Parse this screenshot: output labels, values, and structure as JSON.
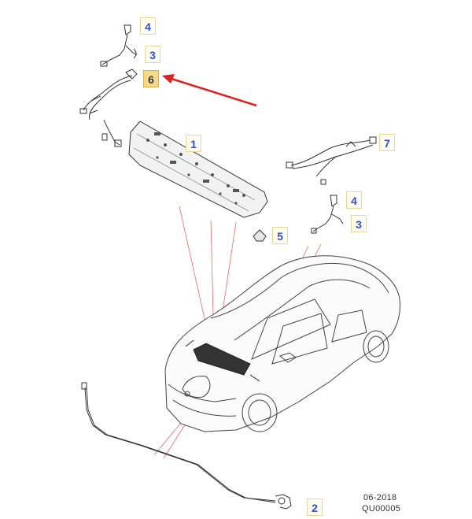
{
  "callouts": [
    {
      "id": "c4a",
      "label": "4",
      "highlighted": false
    },
    {
      "id": "c3a",
      "label": "3",
      "highlighted": false
    },
    {
      "id": "c6",
      "label": "6",
      "highlighted": true
    },
    {
      "id": "c1",
      "label": "1",
      "highlighted": false
    },
    {
      "id": "c7",
      "label": "7",
      "highlighted": false
    },
    {
      "id": "c4b",
      "label": "4",
      "highlighted": false
    },
    {
      "id": "c3b",
      "label": "3",
      "highlighted": false
    },
    {
      "id": "c5",
      "label": "5",
      "highlighted": false
    },
    {
      "id": "c2",
      "label": "2",
      "highlighted": false
    }
  ],
  "footer": {
    "date": "06-2018",
    "code": "QU00005"
  },
  "colors": {
    "callout_text": "#2d4fd6",
    "highlight_fill": "#f6d98a",
    "pointer_arrow": "#e02020",
    "leader_lines": "#e05a5a",
    "line_art": "#333333"
  }
}
